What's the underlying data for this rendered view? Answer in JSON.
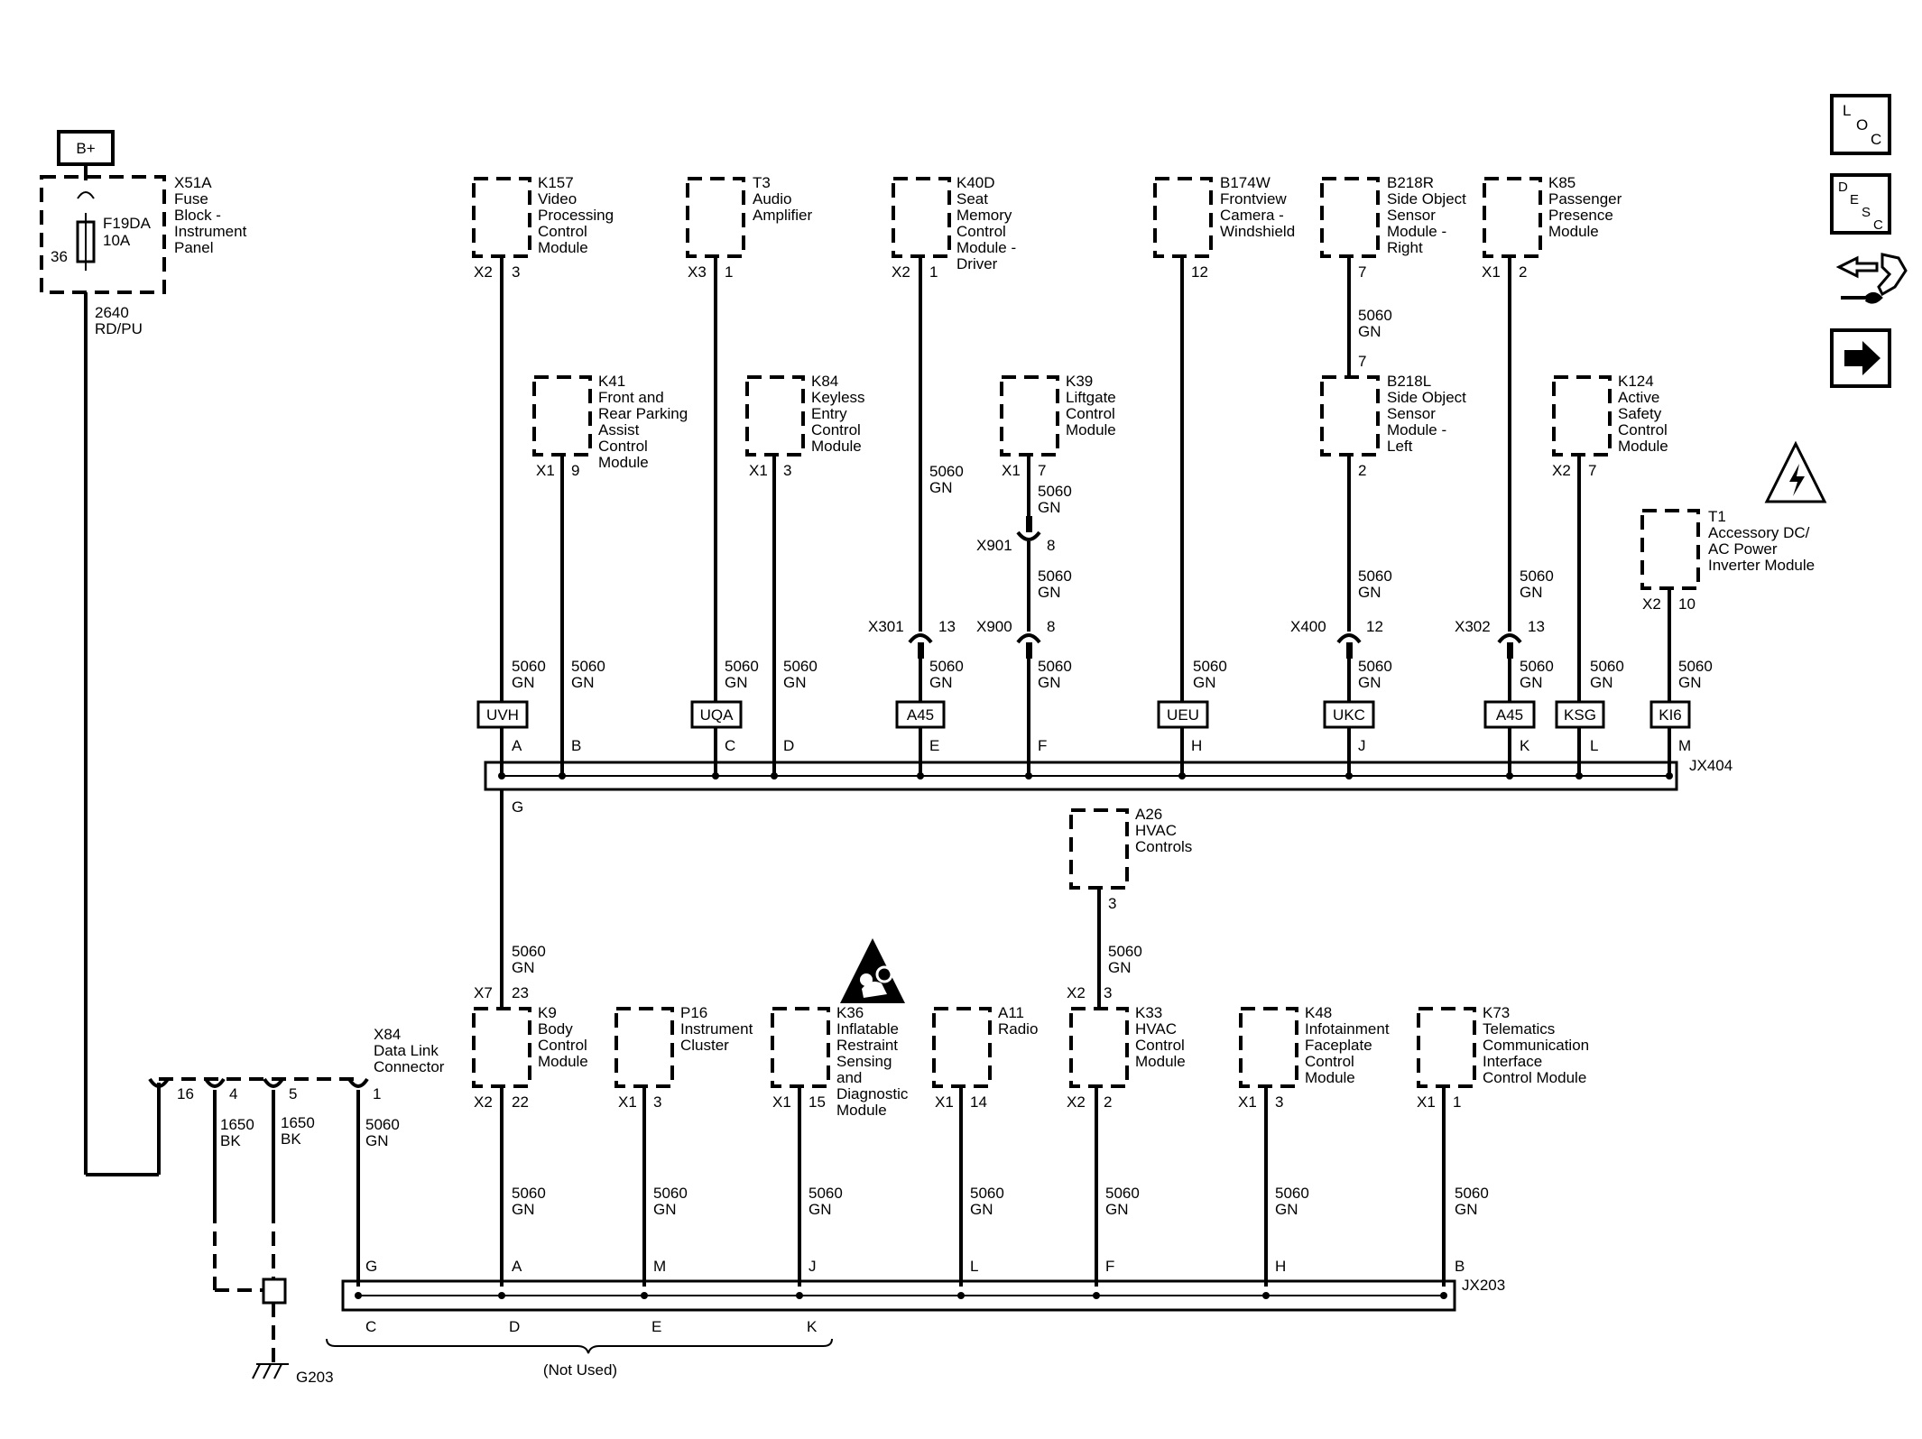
{
  "power": {
    "source": "B+"
  },
  "fuse_block": {
    "ref": "X51A",
    "name": [
      "Fuse",
      "Block -",
      "Instrument",
      "Panel"
    ],
    "fuse_ref": "F19DA",
    "fuse_rating": "10A",
    "pin": "36",
    "wire": "2640",
    "color": "RD/PU"
  },
  "top_modules": [
    {
      "ref": "K157",
      "name": [
        "Video",
        "Processing",
        "Control",
        "Module"
      ],
      "conn": "X2",
      "pin": "3",
      "splice": "UVH",
      "bus_pin": "A"
    },
    {
      "ref": "T3",
      "name": [
        "Audio",
        "Amplifier"
      ],
      "conn": "X3",
      "pin": "1",
      "splice": "UQA",
      "bus_pin": "C"
    },
    {
      "ref": "K40D",
      "name": [
        "Seat",
        "Memory",
        "Control",
        "Module -",
        "Driver"
      ],
      "conn": "X2",
      "pin": "1",
      "splice": "A45",
      "bus_pin": "E"
    },
    {
      "ref": "B174W",
      "name": [
        "Frontview",
        "Camera -",
        "Windshield"
      ],
      "conn": "",
      "pin": "12",
      "splice": "UEU",
      "bus_pin": "H"
    },
    {
      "ref": "B218R",
      "name": [
        "Side Object",
        "Sensor",
        "Module -",
        "Right"
      ],
      "conn": "",
      "pin": "7",
      "splice": "",
      "bus_pin": ""
    },
    {
      "ref": "K85",
      "name": [
        "Passenger",
        "Presence",
        "Module"
      ],
      "conn": "X1",
      "pin": "2",
      "splice": "A45",
      "bus_pin": "K"
    }
  ],
  "mid_modules": [
    {
      "ref": "K41",
      "name": [
        "Front and",
        "Rear Parking",
        "Assist",
        "Control",
        "Module"
      ],
      "conn": "X1",
      "pin": "9",
      "bus_pin": "B"
    },
    {
      "ref": "K84",
      "name": [
        "Keyless",
        "Entry",
        "Control",
        "Module"
      ],
      "conn": "X1",
      "pin": "3",
      "bus_pin": "D"
    },
    {
      "ref": "K39",
      "name": [
        "Liftgate",
        "Control",
        "Module"
      ],
      "conn": "X1",
      "pin": "7",
      "bus_pin": "F"
    },
    {
      "ref": "B218L",
      "name": [
        "Side Object",
        "Sensor",
        "Module -",
        "Left"
      ],
      "conn": "",
      "pin": "2",
      "pin_in": "7",
      "splice": "UKC",
      "bus_pin": "J"
    },
    {
      "ref": "K124",
      "name": [
        "Active",
        "Safety",
        "Control",
        "Module"
      ],
      "conn": "X2",
      "pin": "7",
      "splice": "KSG",
      "bus_pin": "L"
    },
    {
      "ref": "T1",
      "name": [
        "Accessory DC/",
        "AC Power",
        "Inverter Module"
      ],
      "conn": "X2",
      "pin": "10",
      "splice": "KI6",
      "bus_pin": "M"
    }
  ],
  "inline_connectors": [
    {
      "ref": "X301",
      "pin": "13"
    },
    {
      "ref": "X901",
      "pin": "8"
    },
    {
      "ref": "X900",
      "pin": "8"
    },
    {
      "ref": "X400",
      "pin": "12"
    },
    {
      "ref": "X302",
      "pin": "13"
    }
  ],
  "wire_label": {
    "number": "5060",
    "color": "GN"
  },
  "bus_top": {
    "ref": "JX404",
    "pin_g": "G"
  },
  "hvac_controls": {
    "ref": "A26",
    "name": [
      "HVAC",
      "Controls"
    ],
    "pin": "3"
  },
  "bottom_modules": [
    {
      "ref": "K9",
      "name": [
        "Body",
        "Control",
        "Module"
      ],
      "conn_top": "X7",
      "pin_top": "23",
      "conn": "X2",
      "pin": "22",
      "bus_pin": "A"
    },
    {
      "ref": "P16",
      "name": [
        "Instrument",
        "Cluster"
      ],
      "conn": "X1",
      "pin": "3",
      "bus_pin": "M"
    },
    {
      "ref": "K36",
      "name": [
        "Inflatable",
        "Restraint",
        "Sensing",
        "and",
        "Diagnostic",
        "Module"
      ],
      "conn": "X1",
      "pin": "15",
      "bus_pin": "J"
    },
    {
      "ref": "A11",
      "name": [
        "Radio"
      ],
      "conn": "X1",
      "pin": "14",
      "bus_pin": "L"
    },
    {
      "ref": "K33",
      "name": [
        "HVAC",
        "Control",
        "Module"
      ],
      "conn_top": "X2",
      "pin_top": "3",
      "conn": "X2",
      "pin": "2",
      "bus_pin": "F"
    },
    {
      "ref": "K48",
      "name": [
        "Infotainment",
        "Faceplate",
        "Control",
        "Module"
      ],
      "conn": "X1",
      "pin": "3",
      "bus_pin": "H"
    },
    {
      "ref": "K73",
      "name": [
        "Telematics",
        "Communication",
        "Interface",
        "Control Module"
      ],
      "conn": "X1",
      "pin": "1",
      "bus_pin": "B"
    }
  ],
  "dlc": {
    "ref": "X84",
    "name": [
      "Data Link",
      "Connector"
    ],
    "pins": [
      "16",
      "4",
      "5",
      "1"
    ],
    "wire_bk": "1650",
    "color_bk": "BK"
  },
  "bus_bottom": {
    "ref": "JX203",
    "pin_g": "G",
    "unused_pins": [
      "C",
      "D",
      "E",
      "K"
    ],
    "not_used": "(Not Used)"
  },
  "ground": {
    "ref": "G203"
  },
  "nav_icons": [
    {
      "name": "loc-icon",
      "letters": [
        "L",
        "O",
        "C"
      ]
    },
    {
      "name": "desc-icon",
      "letters": [
        "D",
        "E",
        "S",
        "C"
      ]
    },
    {
      "name": "connector-repair-icon"
    },
    {
      "name": "next-arrow-icon"
    }
  ]
}
